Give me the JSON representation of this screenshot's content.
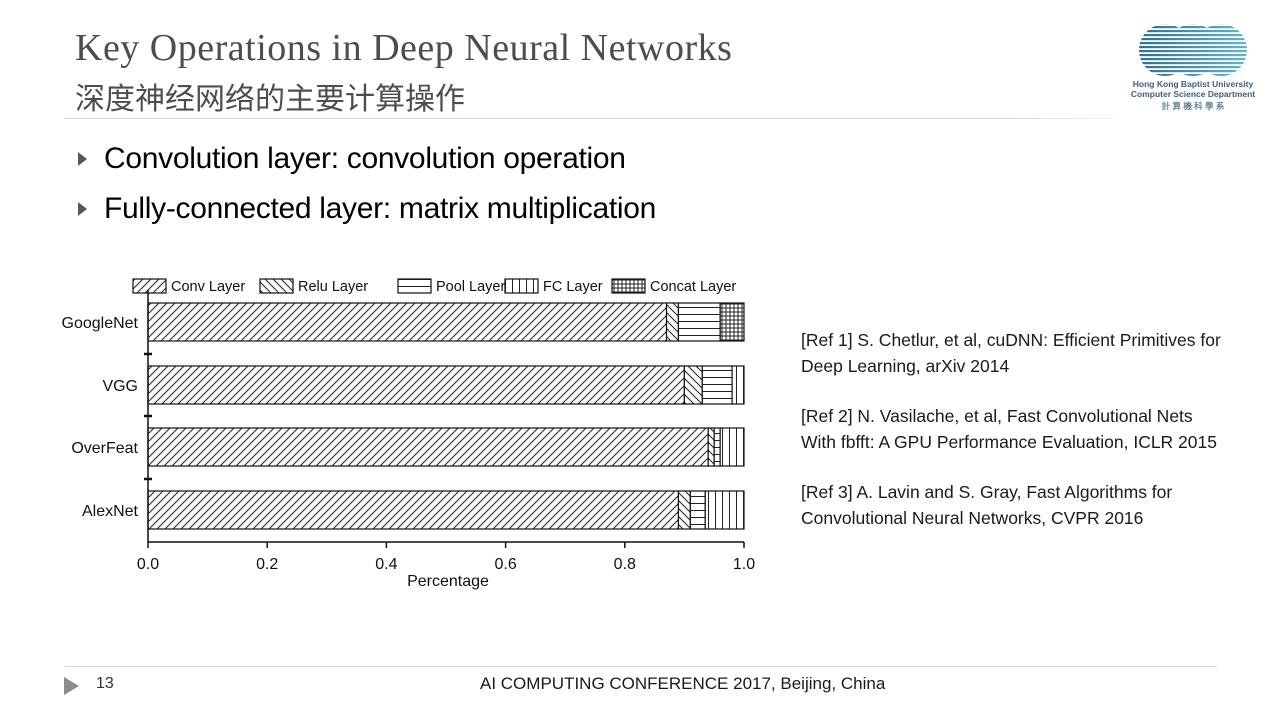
{
  "slide": {
    "title_en": "Key Operations in Deep Neural Networks",
    "title_zh": "深度神经网络的主要计算操作",
    "bullets": [
      "Convolution layer: convolution operation",
      "Fully-connected layer: matrix multiplication"
    ],
    "logo": {
      "line1": "Hong Kong Baptist University",
      "line2": "Computer Science Department",
      "line3": "計 算 機 科 學 系"
    },
    "refs": [
      {
        "line1": "[Ref 1] S. Chetlur, et al, cuDNN: Efficient Primitives for",
        "line2": "Deep Learning, arXiv 2014"
      },
      {
        "line1": "[Ref 2] N. Vasilache, et al, Fast Convolutional Nets",
        "line2": "With fbfft: A GPU Performance Evaluation, ICLR 2015"
      },
      {
        "line1": "[Ref 3] A. Lavin and S. Gray, Fast Algorithms for",
        "line2": "Convolutional Neural Networks, CVPR 2016"
      }
    ],
    "footer": {
      "page_number": "13",
      "text": "AI COMPUTING CONFERENCE 2017, Beijing, China"
    }
  },
  "colors": {
    "title": "#4d4d4d",
    "logo": "#3e5f7a",
    "bullet_arrow": "#595959",
    "footer_arrow": "#8c8c8c"
  },
  "icons": {
    "bullet": "triangle-right-icon",
    "footer": "triangle-right-icon",
    "logo": "hkbu-csd-logo"
  },
  "chart_data": {
    "type": "bar",
    "orientation": "horizontal",
    "stacked": true,
    "categories": [
      "GoogleNet",
      "VGG",
      "OverFeat",
      "AlexNet"
    ],
    "series": [
      {
        "name": "Conv Layer",
        "pattern": "diag-right",
        "values": [
          0.87,
          0.9,
          0.94,
          0.89
        ]
      },
      {
        "name": "Relu Layer",
        "pattern": "diag-left",
        "values": [
          0.02,
          0.03,
          0.01,
          0.02
        ]
      },
      {
        "name": "Pool Layer",
        "pattern": "horizontal",
        "values": [
          0.07,
          0.05,
          0.01,
          0.025
        ]
      },
      {
        "name": "FC Layer",
        "pattern": "vertical",
        "values": [
          0.0,
          0.02,
          0.04,
          0.065
        ]
      },
      {
        "name": "Concat Layer",
        "pattern": "grid",
        "values": [
          0.04,
          0.0,
          0.0,
          0.0
        ]
      }
    ],
    "xlabel": "Percentage",
    "ylabel": "",
    "xlim": [
      0.0,
      1.0
    ],
    "xticks": [
      "0.0",
      "0.2",
      "0.4",
      "0.6",
      "0.8",
      "1.0"
    ],
    "legend": "top",
    "grid": false
  }
}
